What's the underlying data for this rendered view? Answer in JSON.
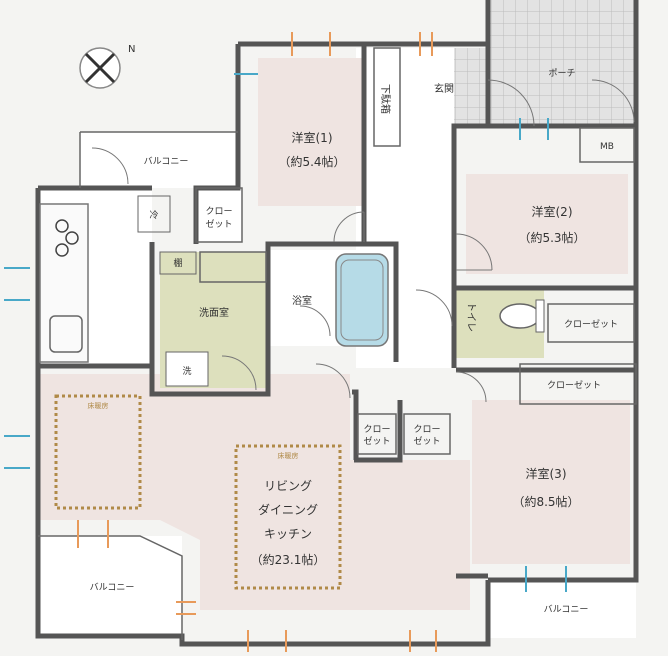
{
  "rooms": {
    "western1": {
      "name": "洋室(1)",
      "size": "（約5.4帖）"
    },
    "western2": {
      "name": "洋室(2)",
      "size": "（約5.3帖）"
    },
    "western3": {
      "name": "洋室(3)",
      "size": "（約8.5帖）"
    },
    "ldk": {
      "line1": "リビング",
      "line2": "ダイニング",
      "line3": "キッチン",
      "size": "（約23.1帖）"
    },
    "washroom": "洗面室",
    "bath": "浴室",
    "toilet": "トイレ",
    "entrance": "玄関",
    "shoebox": "下駄箱",
    "porch": "ポーチ",
    "mb": "MB"
  },
  "closets": {
    "c1_line1": "クロー",
    "c1_line2": "ゼット",
    "c2": "クローゼット",
    "c3": "クローゼット",
    "c4_line1": "クロー",
    "c4_line2": "ゼット",
    "c5_line1": "クロー",
    "c5_line2": "ゼット"
  },
  "balconies": {
    "top": "バルコニー",
    "bottom_left": "バルコニー",
    "bottom_right": "バルコニー"
  },
  "fixtures": {
    "fridge": "冷",
    "shelf": "棚",
    "washer": "洗"
  },
  "floor_heating": "床暖房",
  "compass_north": "N",
  "colors": {
    "room_fill": "#efe4e1",
    "wet_fill": "#dde0bd",
    "heating_border": "#b08a48",
    "window_blue": "#48a8c8",
    "window_orange": "#e89a5a",
    "bath_blue": "#b6dbe7"
  }
}
